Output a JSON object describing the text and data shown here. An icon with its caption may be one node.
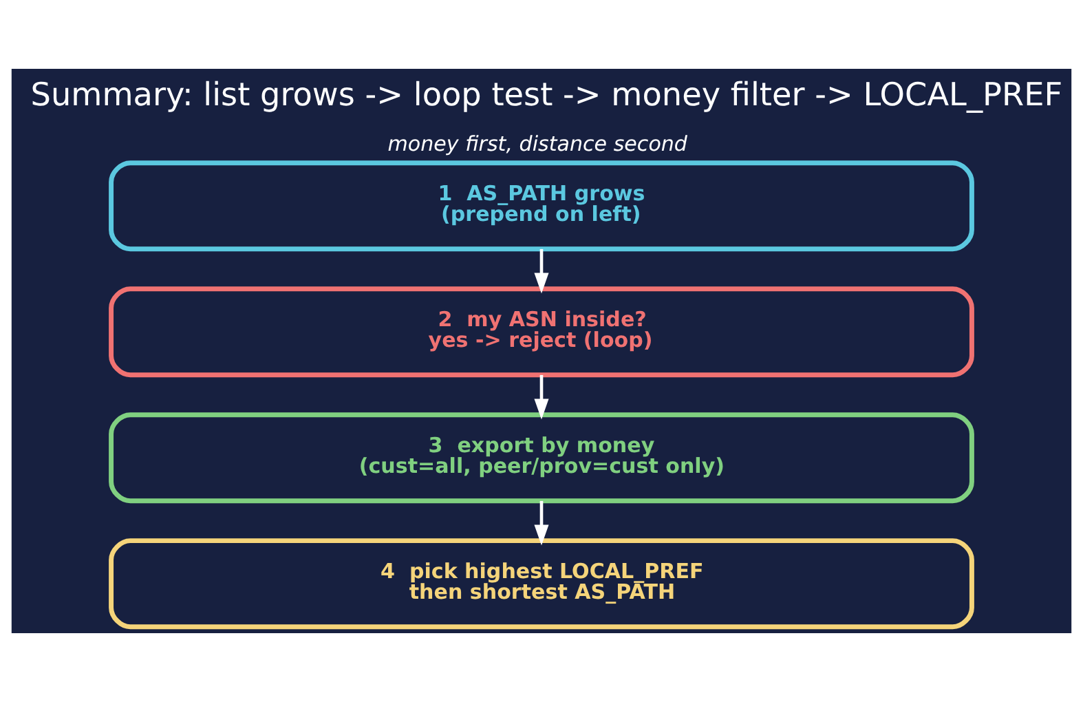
{
  "diagram": {
    "title": "Summary: list grows -> loop test -> money filter -> LOCAL_PREF",
    "caption": "money first, distance second",
    "nodes": [
      {
        "text": [
          "1  AS_PATH grows",
          "(prepend on left)"
        ]
      },
      {
        "text": [
          "2  my ASN inside?",
          "yes -> reject (loop)"
        ]
      },
      {
        "text": [
          "3  export by money",
          "(cust=all, peer/prov=cust only)"
        ]
      },
      {
        "text": [
          "4  pick highest LOCAL_PREF",
          "then shortest AS_PATH"
        ]
      }
    ],
    "edges": [
      {
        "from": 0,
        "to": 1,
        "arrow": "to"
      },
      {
        "from": 1,
        "to": 2,
        "arrow": "to"
      },
      {
        "from": 2,
        "to": 3,
        "arrow": "to"
      }
    ]
  }
}
